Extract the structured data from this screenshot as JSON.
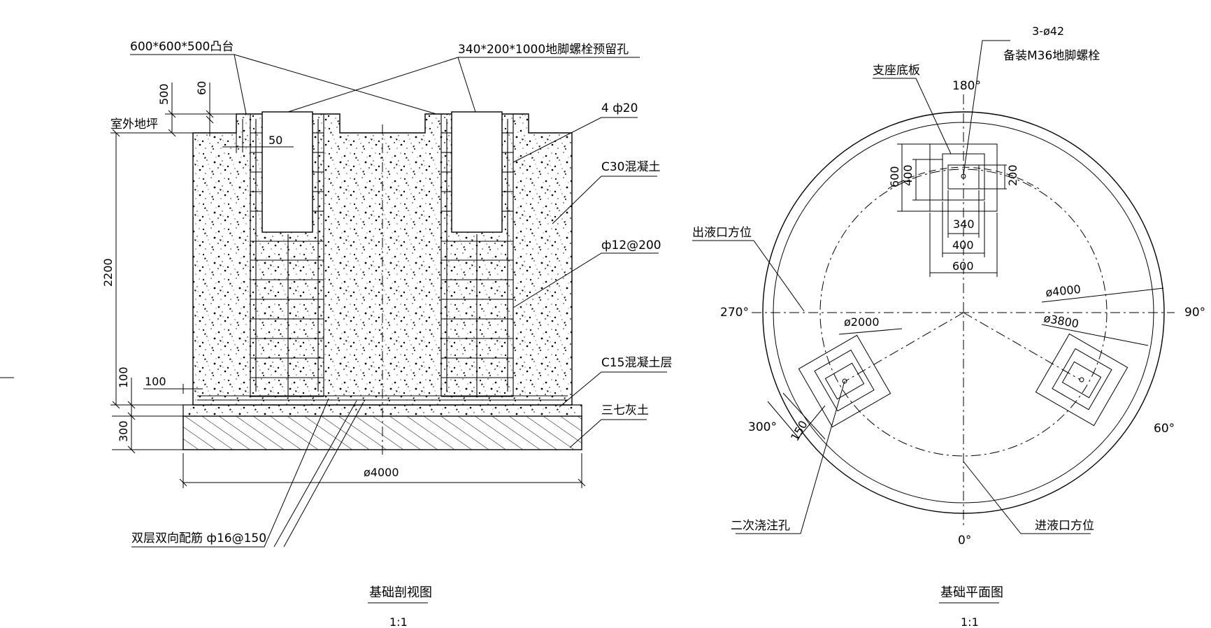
{
  "section": {
    "label_boss": "600*600*500凸台",
    "label_hole": "340*200*1000地脚螺栓预留孔",
    "label_ground": "室外地坪",
    "label_rebar_top": "4 ф20",
    "label_c30": "C30混凝土",
    "label_stirrup": "ф12@200",
    "label_c15": "C15混凝土层",
    "label_lime": "三七灰土",
    "label_mesh": "双层双向配筋 ф16@150",
    "dim_500": "500",
    "dim_60": "60",
    "dim_50": "50",
    "dim_2200": "2200",
    "dim_100v": "100",
    "dim_100h": "100",
    "dim_300": "300",
    "dim_dia": "ø4000",
    "title": "基础剖视图",
    "scale": "1:1"
  },
  "plan": {
    "label_holes": "3-ø42",
    "label_bolt": "备装M36地脚螺栓",
    "label_plate": "支座底板",
    "label_outlet": "出液口方位",
    "label_inlet": "进液口方位",
    "label_grout": "二次浇注孔",
    "ang_180": "180°",
    "ang_270": "270°",
    "ang_90": "90°",
    "ang_0": "0°",
    "ang_300": "300°",
    "ang_60": "60°",
    "dim_600v": "600",
    "dim_400v": "400",
    "dim_200v": "200",
    "dim_340": "340",
    "dim_400h": "400",
    "dim_600h": "600",
    "dim_d4000": "ø4000",
    "dim_d3800": "ø3800",
    "dim_d2000": "ø2000",
    "dim_150": "150",
    "title": "基础平面图",
    "scale": "1:1"
  }
}
